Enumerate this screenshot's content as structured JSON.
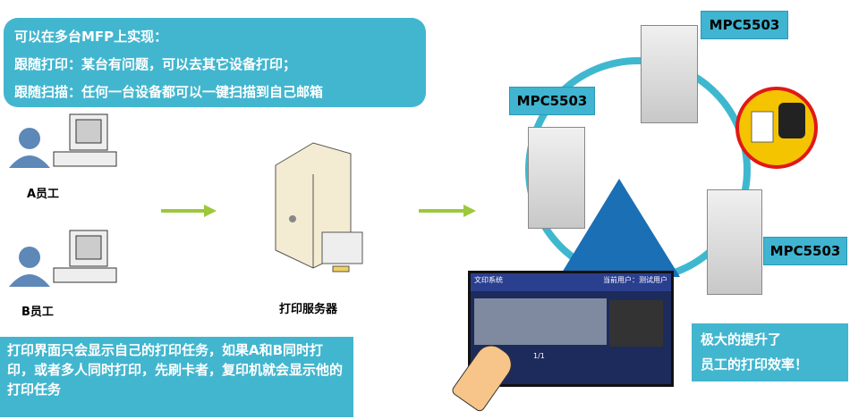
{
  "top_box": {
    "line1": "可以在多台MFP上实现：",
    "line2": "跟随打印：某台有问题，可以去其它设备打印；",
    "line3": "跟随扫描：任何一台设备都可以一键扫描到自己邮箱"
  },
  "employee_a": "A员工",
  "employee_b": "B员工",
  "server_label": "打印服务器",
  "printers": [
    "MPC5503",
    "MPC5503",
    "MPC5503"
  ],
  "bottom_left_box": "打印界面只会显示自己的打印任务，如果A和B同时打印，或者多人同时打印，先刷卡者，复印机就会显示他的打印任务",
  "bottom_right_box": {
    "line1": "极大的提升了",
    "line2": "员工的打印效率！"
  },
  "screen": {
    "title": "文印系统",
    "user": "当前用户：测试用户",
    "page": "1/1"
  },
  "colors": {
    "accent": "#42b6cf",
    "arrow": "#9cc93c",
    "triangle": "#1a6fb5"
  }
}
